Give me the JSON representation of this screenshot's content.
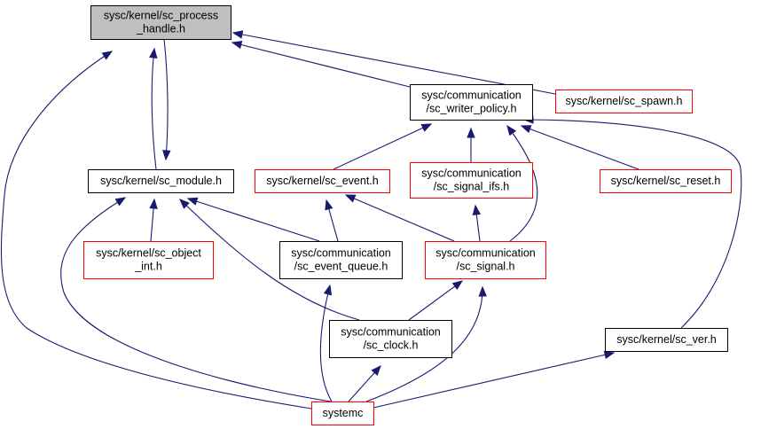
{
  "colors": {
    "edge": "#191970",
    "box_black": "#000000",
    "box_red": "#ff0000",
    "root_fill": "#bfbfbf",
    "default_fill": "#ffffff"
  },
  "nodes": [
    {
      "id": "process_handle",
      "lines": [
        "sysc/kernel/sc_process",
        "_handle.h"
      ],
      "border": "black",
      "fill": "gray"
    },
    {
      "id": "writer_policy",
      "lines": [
        "sysc/communication",
        "/sc_writer_policy.h"
      ],
      "border": "black",
      "fill": "white"
    },
    {
      "id": "spawn",
      "lines": [
        "sysc/kernel/sc_spawn.h"
      ],
      "border": "red",
      "fill": "white"
    },
    {
      "id": "module",
      "lines": [
        "sysc/kernel/sc_module.h"
      ],
      "border": "black",
      "fill": "white"
    },
    {
      "id": "event",
      "lines": [
        "sysc/kernel/sc_event.h"
      ],
      "border": "red",
      "fill": "white"
    },
    {
      "id": "signal_ifs",
      "lines": [
        "sysc/communication",
        "/sc_signal_ifs.h"
      ],
      "border": "red",
      "fill": "white"
    },
    {
      "id": "reset",
      "lines": [
        "sysc/kernel/sc_reset.h"
      ],
      "border": "red",
      "fill": "white"
    },
    {
      "id": "object_int",
      "lines": [
        "sysc/kernel/sc_object",
        "_int.h"
      ],
      "border": "red",
      "fill": "white"
    },
    {
      "id": "event_queue",
      "lines": [
        "sysc/communication",
        "/sc_event_queue.h"
      ],
      "border": "black",
      "fill": "white"
    },
    {
      "id": "signal",
      "lines": [
        "sysc/communication",
        "/sc_signal.h"
      ],
      "border": "red",
      "fill": "white"
    },
    {
      "id": "clock",
      "lines": [
        "sysc/communication",
        "/sc_clock.h"
      ],
      "border": "black",
      "fill": "white"
    },
    {
      "id": "ver",
      "lines": [
        "sysc/kernel/sc_ver.h"
      ],
      "border": "black",
      "fill": "white"
    },
    {
      "id": "systemc",
      "lines": [
        "systemc"
      ],
      "border": "red",
      "fill": "white"
    }
  ],
  "edges": [
    {
      "from": "writer_policy",
      "to": "process_handle"
    },
    {
      "from": "spawn",
      "to": "process_handle"
    },
    {
      "from": "module",
      "to": "process_handle"
    },
    {
      "from": "process_handle",
      "to": "module"
    },
    {
      "from": "systemc",
      "to": "process_handle"
    },
    {
      "from": "event",
      "to": "writer_policy"
    },
    {
      "from": "signal_ifs",
      "to": "writer_policy"
    },
    {
      "from": "reset",
      "to": "writer_policy"
    },
    {
      "from": "signal",
      "to": "writer_policy"
    },
    {
      "from": "ver",
      "to": "writer_policy"
    },
    {
      "from": "object_int",
      "to": "module"
    },
    {
      "from": "event_queue",
      "to": "module"
    },
    {
      "from": "clock",
      "to": "module"
    },
    {
      "from": "systemc",
      "to": "module"
    },
    {
      "from": "event_queue",
      "to": "event"
    },
    {
      "from": "signal",
      "to": "event"
    },
    {
      "from": "signal",
      "to": "signal_ifs"
    },
    {
      "from": "clock",
      "to": "signal"
    },
    {
      "from": "systemc",
      "to": "signal"
    },
    {
      "from": "systemc",
      "to": "event_queue"
    },
    {
      "from": "systemc",
      "to": "clock"
    },
    {
      "from": "systemc",
      "to": "ver"
    }
  ]
}
